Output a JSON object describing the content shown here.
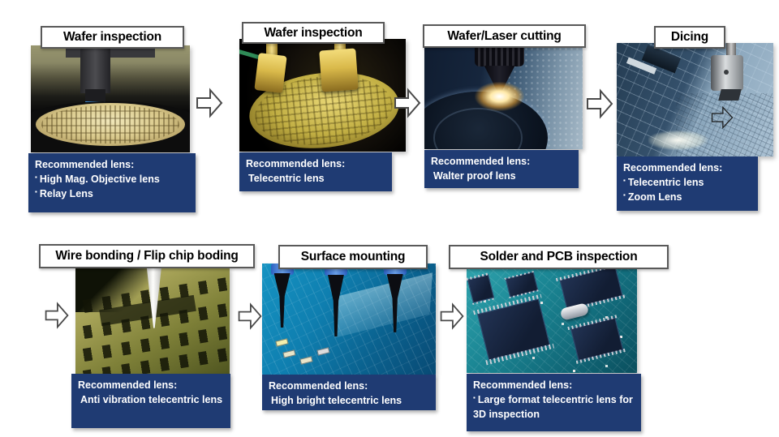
{
  "colors": {
    "caption_bg": "#1f3b73",
    "caption_text": "#ffffff",
    "header_border": "#595959",
    "arrow_fill": "#ffffff",
    "arrow_outline": "#4a4a4a"
  },
  "steps": [
    {
      "title": "Wafer inspection",
      "photo": "wafer-inspection-machine",
      "caption_label": "Recommended lens:",
      "items": [
        {
          "marker": "▪",
          "text": "High Mag. Objective lens"
        },
        {
          "marker": "▪",
          "text": "Relay Lens"
        }
      ]
    },
    {
      "title": "Wafer inspection",
      "photo": "wafer-on-prober",
      "caption_label": "Recommended lens:",
      "items": [
        {
          "marker": "",
          "text": "Telecentric lens"
        }
      ]
    },
    {
      "title": "Wafer/Laser cutting",
      "photo": "laser-cutting-wafer",
      "caption_label": "Recommended lens:",
      "items": [
        {
          "marker": "",
          "text": "Walter proof lens"
        }
      ]
    },
    {
      "title": "Dicing",
      "photo": "dicing-saw",
      "caption_label": "Recommended lens:",
      "items": [
        {
          "marker": "▪",
          "text": "Telecentric lens"
        },
        {
          "marker": "▪",
          "text": "Zoom Lens"
        }
      ]
    },
    {
      "title": "Wire bonding / Flip chip boding",
      "photo": "wire-bonding",
      "caption_label": "Recommended lens:",
      "items": [
        {
          "marker": "",
          "text": "Anti vibration telecentric lens"
        }
      ]
    },
    {
      "title": "Surface mounting",
      "photo": "surface-mounting",
      "caption_label": "Recommended lens:",
      "items": [
        {
          "marker": "",
          "text": "High bright telecentric lens"
        }
      ]
    },
    {
      "title": "Solder and PCB inspection",
      "photo": "solder-pcb-inspection",
      "caption_label": "Recommended lens:",
      "items": [
        {
          "marker": "▪",
          "text": "Large format telecentric lens for 3D inspection"
        }
      ]
    }
  ]
}
